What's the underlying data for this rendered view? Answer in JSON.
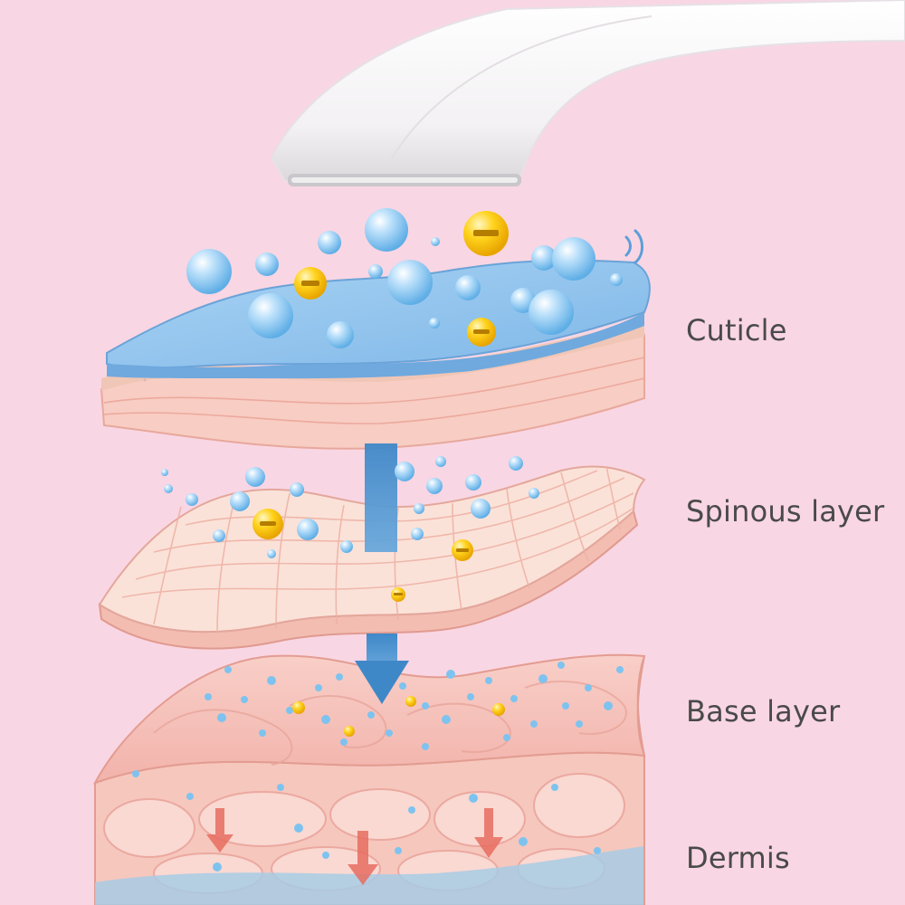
{
  "layers": [
    {
      "id": "cuticle",
      "label": "Cuticle"
    },
    {
      "id": "spinous",
      "label": "Spinous layer"
    },
    {
      "id": "base",
      "label": "Base layer"
    },
    {
      "id": "dermis",
      "label": "Dermis"
    }
  ],
  "colors": {
    "background": "#f9d6e3",
    "water_drop": "#7ec3ef",
    "ion": "#f5c400",
    "arrow": "#4f95cf",
    "skin": "#f6c9c0",
    "cuticle_top": "#8fc2ee"
  },
  "icons": [
    "device-head",
    "water-droplet",
    "negative-ion",
    "penetration-arrow",
    "vibration-icon"
  ]
}
